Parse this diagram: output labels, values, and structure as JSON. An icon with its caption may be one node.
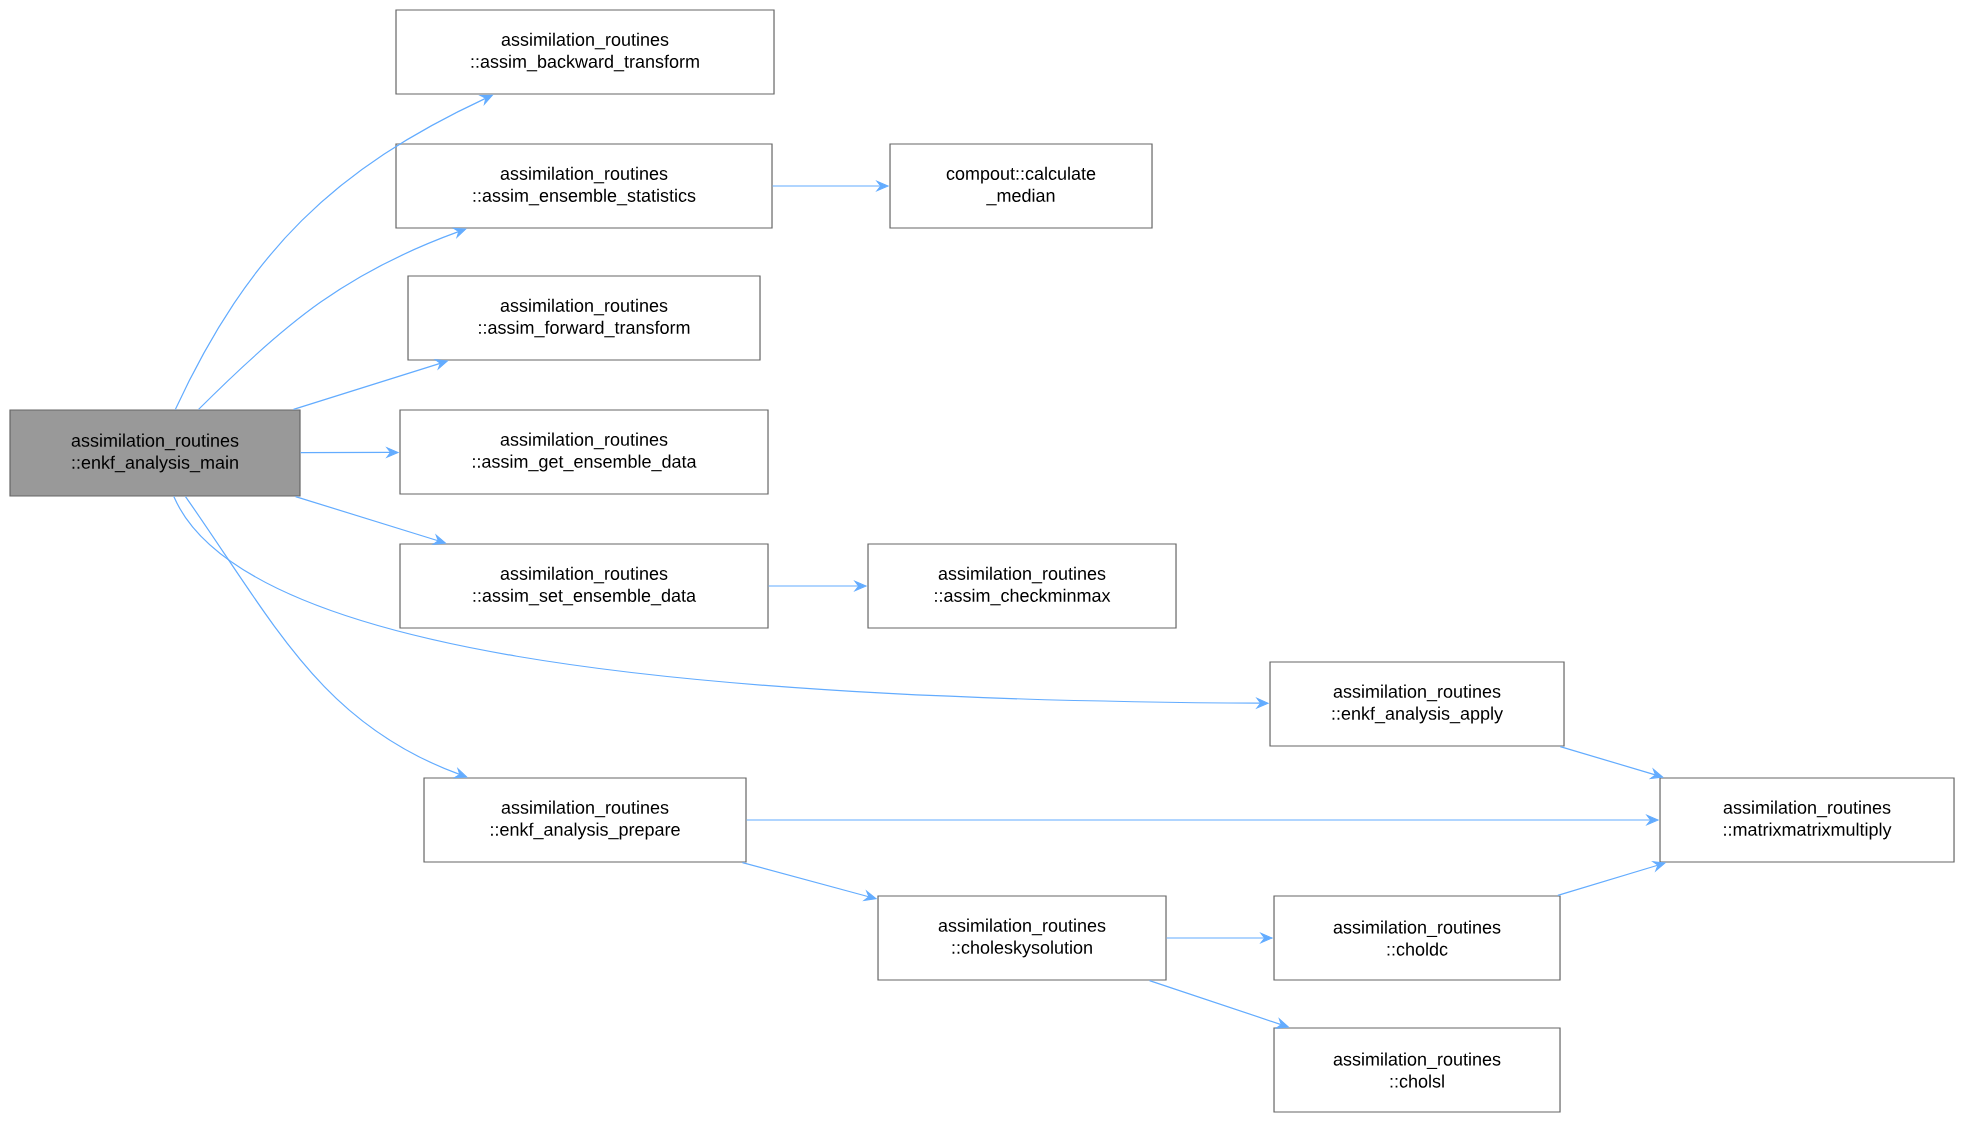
{
  "diagram": {
    "nodes": [
      {
        "text": [
          "assimilation_routines ::enkf_analysis_main"
        ]
      },
      {
        "text": [
          "assimilation_routines ::assim_backward_transform"
        ]
      },
      {
        "text": [
          "assimilation_routines ::assim_ensemble_statistics"
        ]
      },
      {
        "text": [
          "compout::calculate _median"
        ]
      },
      {
        "text": [
          "assimilation_routines ::assim_forward_transform"
        ]
      },
      {
        "text": [
          "assimilation_routines ::assim_get_ensemble_data"
        ]
      },
      {
        "text": [
          "assimilation_routines ::assim_set_ensemble_data"
        ]
      },
      {
        "text": [
          "assimilation_routines ::assim_checkminmax"
        ]
      },
      {
        "text": [
          "assimilation_routines ::enkf_analysis_apply"
        ]
      },
      {
        "text": [
          "assimilation_routines ::enkf_analysis_prepare"
        ]
      },
      {
        "text": [
          "assimilation_routines ::matrixmatrixmultiply"
        ]
      },
      {
        "text": [
          "assimilation_routines ::choleskysolution"
        ]
      },
      {
        "text": [
          "assimilation_routines ::choldc"
        ]
      },
      {
        "text": [
          "assimilation_routines ::cholsl"
        ]
      }
    ],
    "edges": [
      {
        "from": 0,
        "to": 1,
        "arrow": "to"
      },
      {
        "from": 0,
        "to": 2,
        "arrow": "to"
      },
      {
        "from": 0,
        "to": 4,
        "arrow": "to"
      },
      {
        "from": 0,
        "to": 5,
        "arrow": "to"
      },
      {
        "from": 0,
        "to": 6,
        "arrow": "to"
      },
      {
        "from": 0,
        "to": 8,
        "arrow": "to"
      },
      {
        "from": 0,
        "to": 9,
        "arrow": "to"
      },
      {
        "from": 2,
        "to": 3,
        "arrow": "to"
      },
      {
        "from": 6,
        "to": 7,
        "arrow": "to"
      },
      {
        "from": 8,
        "to": 10,
        "arrow": "to"
      },
      {
        "from": 9,
        "to": 10,
        "arrow": "to"
      },
      {
        "from": 9,
        "to": 11,
        "arrow": "to"
      },
      {
        "from": 11,
        "to": 12,
        "arrow": "to"
      },
      {
        "from": 11,
        "to": 13,
        "arrow": "to"
      },
      {
        "from": 12,
        "to": 10,
        "arrow": "to"
      }
    ]
  }
}
